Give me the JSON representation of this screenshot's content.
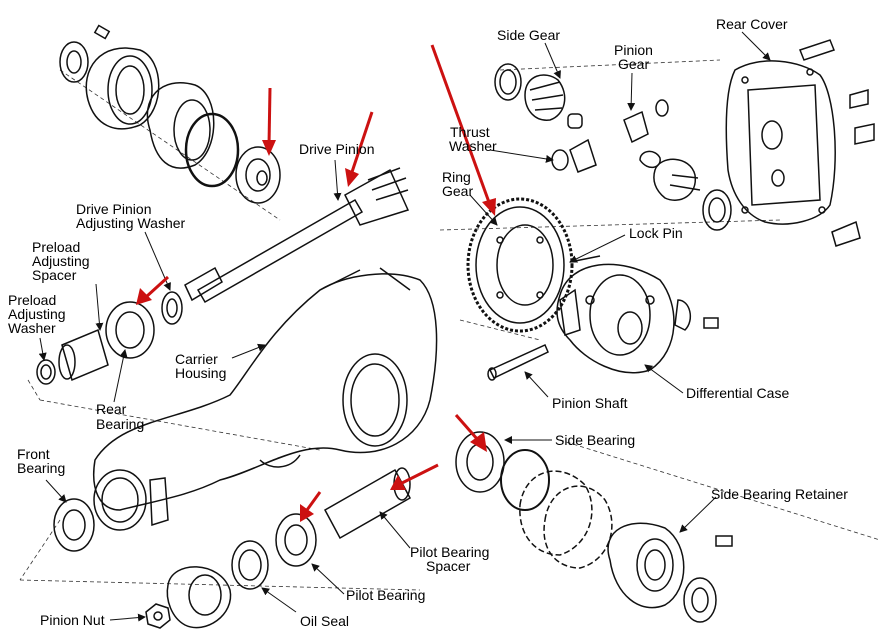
{
  "labels": {
    "side_gear": "Side Gear",
    "rear_cover": "Rear Cover",
    "pinion_gear": [
      "Pinion",
      "Gear"
    ],
    "thrust_washer": [
      "Thrust",
      "Washer"
    ],
    "ring_gear": [
      "Ring",
      "Gear"
    ],
    "lock_pin": "Lock Pin",
    "drive_pinion": "Drive Pinion",
    "drive_pinion_adjusting_washer": [
      "Drive Pinion",
      "Adjusting Washer"
    ],
    "preload_adjusting_spacer": [
      "Preload",
      "Adjusting",
      "Spacer"
    ],
    "preload_adjusting_washer": [
      "Preload",
      "Adjusting",
      "Washer"
    ],
    "carrier_housing": [
      "Carrier",
      "Housing"
    ],
    "rear_bearing": [
      "Rear",
      "Bearing"
    ],
    "pinion_shaft": "Pinion Shaft",
    "differential_case": "Differential Case",
    "side_bearing": "Side Bearing",
    "front_bearing": [
      "Front",
      "Bearing"
    ],
    "side_bearing_retainer": "Side Bearing Retainer",
    "pilot_bearing_spacer": [
      "Pilot Bearing",
      "Spacer"
    ],
    "pilot_bearing": "Pilot Bearing",
    "oil_seal": "Oil Seal",
    "pinion_nut": "Pinion Nut"
  },
  "colors": {
    "line": "#111111",
    "arrow": "#cc1111",
    "background": "#ffffff"
  }
}
